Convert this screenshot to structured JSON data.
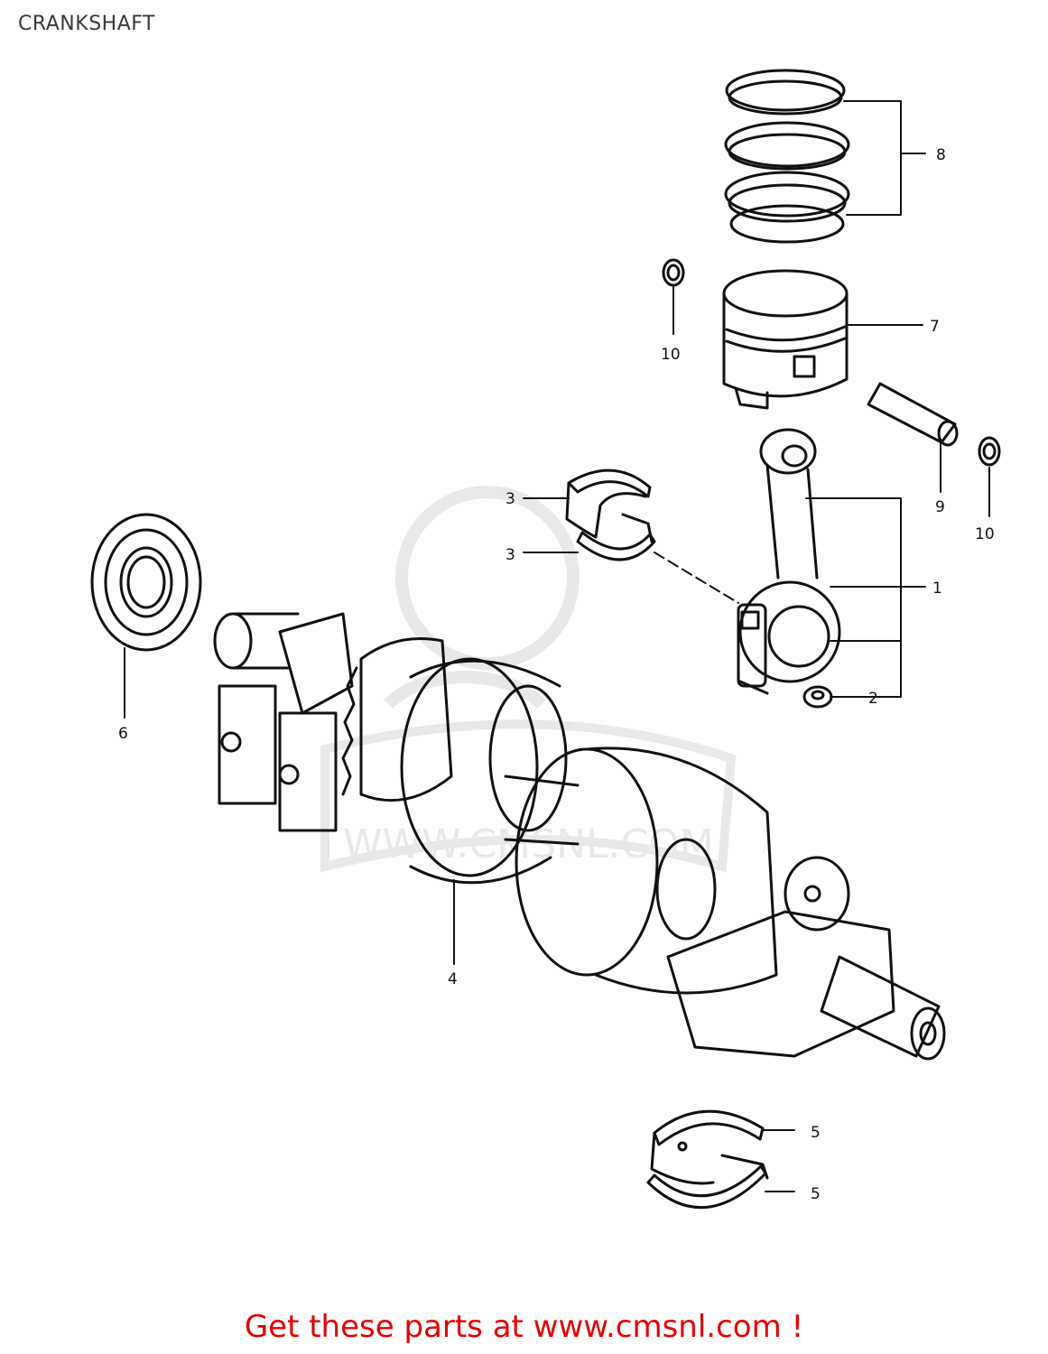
{
  "header": {
    "title": "CRANKSHAFT"
  },
  "callouts": {
    "n1": "1",
    "n2": "2",
    "n3a": "3",
    "n3b": "3",
    "n4": "4",
    "n5a": "5",
    "n5b": "5",
    "n6": "6",
    "n7": "7",
    "n8": "8",
    "n9": "9",
    "n10a": "10",
    "n10b": "10"
  },
  "watermark": {
    "text": "WWW.CMSNL.COM"
  },
  "footer": {
    "link_text": "Get these parts at www.cmsnl.com !",
    "color": "#e60000"
  }
}
